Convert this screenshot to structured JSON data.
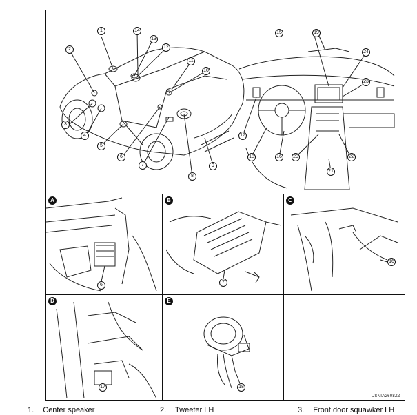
{
  "diagram": {
    "code": "JSNIA2608ZZ",
    "panel_letters": [
      "A",
      "B",
      "C",
      "D",
      "E"
    ],
    "callouts": {
      "c1": "1",
      "c2": "2",
      "c3": "3",
      "c4": "4",
      "c5": "5",
      "c6": "6",
      "c7": "7",
      "c8": "8",
      "c9": "9",
      "c10": "10",
      "c11": "11",
      "c12": "12",
      "c13": "13",
      "c14": "14",
      "c15": "15",
      "c16": "16",
      "c17": "17",
      "c18": "18",
      "c19": "19",
      "c20": "20",
      "c21": "21",
      "c22": "22",
      "c23": "23",
      "c24": "24",
      "a6": "6",
      "b7": "7",
      "c16b": "16",
      "d17": "17",
      "e18": "18"
    }
  },
  "legend": [
    {
      "num": "1.",
      "label": "Center speaker"
    },
    {
      "num": "2.",
      "label": "Tweeter LH"
    },
    {
      "num": "3.",
      "label": "Front door squawker LH"
    }
  ]
}
